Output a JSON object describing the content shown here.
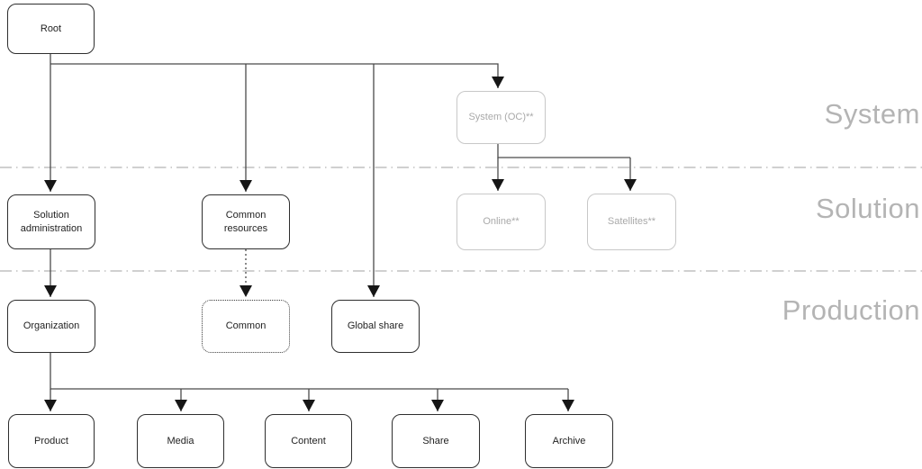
{
  "diagram": {
    "zones": [
      {
        "label": "System"
      },
      {
        "label": "Solution"
      },
      {
        "label": "Production"
      }
    ],
    "nodes": {
      "root": {
        "label": "Root"
      },
      "system_oc": {
        "label": "System (OC)**"
      },
      "solution_administration": {
        "label": "Solution administration"
      },
      "common_resources": {
        "label": "Common resources"
      },
      "online": {
        "label": "Online**"
      },
      "satellites": {
        "label": "Satellites**"
      },
      "organization": {
        "label": "Organization"
      },
      "common": {
        "label": "Common"
      },
      "global_share": {
        "label": "Global share"
      },
      "product": {
        "label": "Product"
      },
      "media": {
        "label": "Media"
      },
      "content": {
        "label": "Content"
      },
      "share": {
        "label": "Share"
      },
      "archive": {
        "label": "Archive"
      }
    },
    "colors": {
      "connector": "#4a4a4a",
      "arrowhead": "#161616",
      "node_border": "#2e2e2e",
      "node_text": "#1f1f1f",
      "muted_border": "#c8c8c8",
      "muted_text": "#a9a9a9",
      "divider": "#b4b4b4",
      "zone_label": "#b4b4b4"
    }
  }
}
